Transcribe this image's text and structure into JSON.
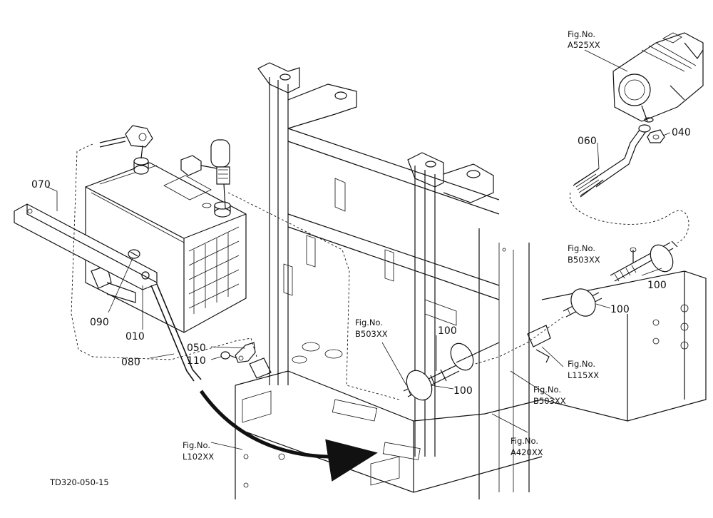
{
  "part_labels": {
    "p070": "070",
    "p090": "090",
    "p010": "010",
    "p080": "080",
    "p050": "050",
    "p110": "110",
    "p060": "060",
    "p040": "040",
    "p100a": "100",
    "p100b": "100",
    "p100c": "100",
    "p100d": "100"
  },
  "figure_refs": {
    "a525": {
      "line1": "Fig.No.",
      "line2": "A525XX"
    },
    "b503_top": {
      "line1": "Fig.No.",
      "line2": "B503XX"
    },
    "b503_left": {
      "line1": "Fig.No.",
      "line2": "B503XX"
    },
    "l115": {
      "line1": "Fig.No.",
      "line2": "L115XX"
    },
    "b503_mid": {
      "line1": "Fig.No.",
      "line2": "B503XX"
    },
    "a420": {
      "line1": "Fig.No.",
      "line2": "A420XX"
    },
    "l102": {
      "line1": "Fig.No.",
      "line2": "L102XX"
    }
  },
  "footer": {
    "code": "TD320-050-15"
  }
}
